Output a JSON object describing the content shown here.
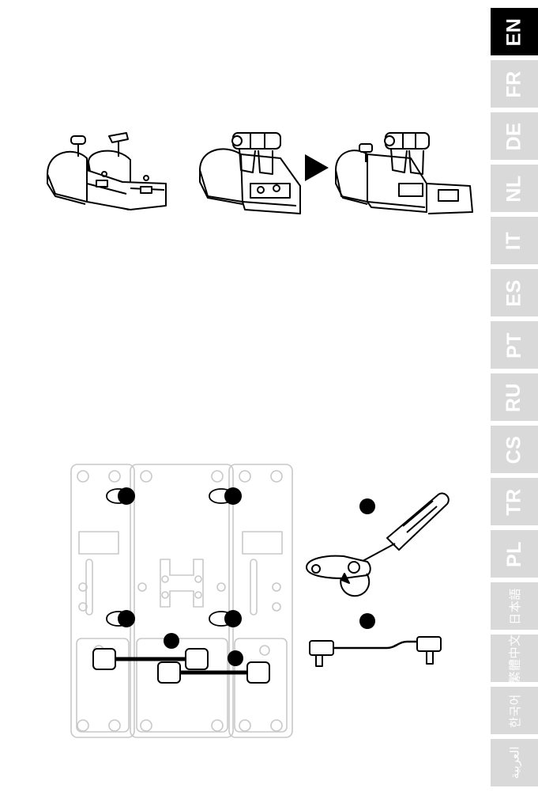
{
  "language_tabs": [
    {
      "code": "EN",
      "active": true
    },
    {
      "code": "FR"
    },
    {
      "code": "DE"
    },
    {
      "code": "NL"
    },
    {
      "code": "IT"
    },
    {
      "code": "ES"
    },
    {
      "code": "PT"
    },
    {
      "code": "RU"
    },
    {
      "code": "CS"
    },
    {
      "code": "TR"
    },
    {
      "code": "PL"
    },
    {
      "code": "日本語"
    },
    {
      "code": "繁體中文"
    },
    {
      "code": "한국어"
    },
    {
      "code": "العربية"
    }
  ],
  "colors": {
    "tab_active": "#000000",
    "tab_inactive": "#d9d9d9",
    "tab_text": "#ffffff",
    "line_art": "#000000",
    "faded_outline": "#c8c8c8"
  }
}
